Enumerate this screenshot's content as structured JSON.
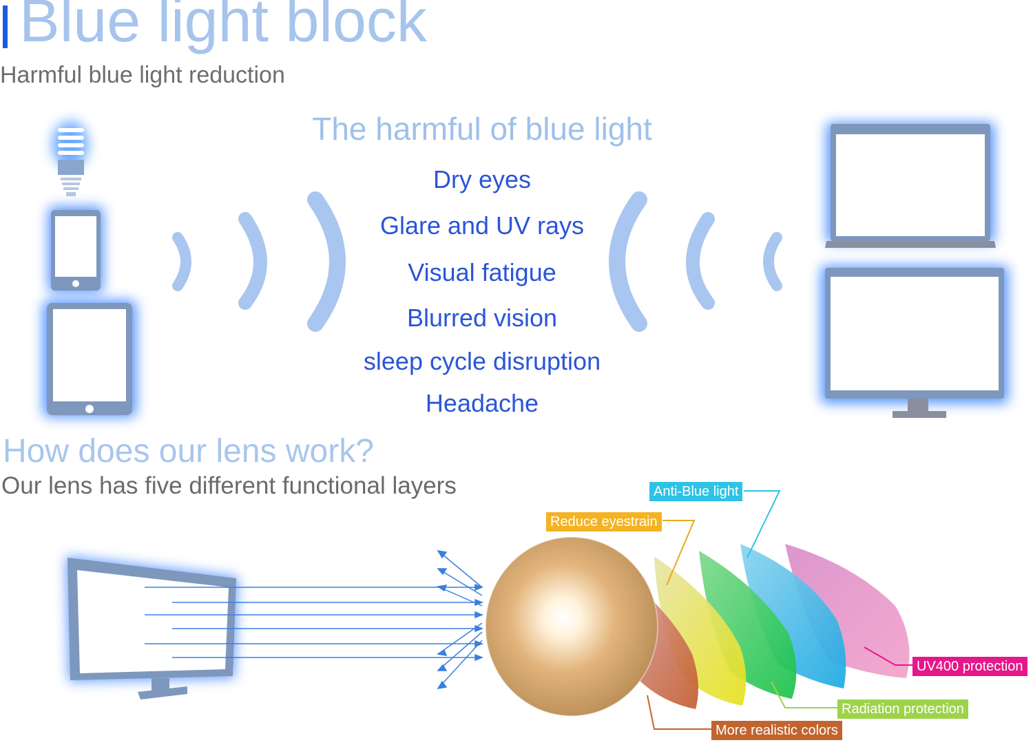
{
  "header": {
    "title": "Blue light block",
    "subtitle": "Harmful blue light reduction"
  },
  "harm_section": {
    "heading": "The harmful of blue light",
    "symptoms": [
      "Dry eyes",
      "Glare and UV rays",
      "Visual fatigue",
      "Blurred vision",
      "sleep cycle disruption",
      "Headache"
    ]
  },
  "lens_section": {
    "heading": "How does our lens work?",
    "subheading": "Our lens has five different functional layers",
    "layer_labels": {
      "anti_blue": "Anti-Blue light",
      "reduce_eyestrain": "Reduce eyestrain",
      "uv400": "UV400 protection",
      "radiation": "Radiation protection",
      "realistic_colors": "More realistic colors"
    }
  },
  "icons": [
    "cfl-bulb-icon",
    "phone-icon",
    "tablet-icon",
    "laptop-icon",
    "monitor-icon",
    "wave-left-icon",
    "wave-right-icon",
    "lens-layers-icon"
  ],
  "colors": {
    "title_accent": "#1a5be0",
    "title_text": "#a6c4ec",
    "symptom_text": "#2a55d8",
    "device_gray": "#7e97bd",
    "glow": "#2d7bff"
  }
}
